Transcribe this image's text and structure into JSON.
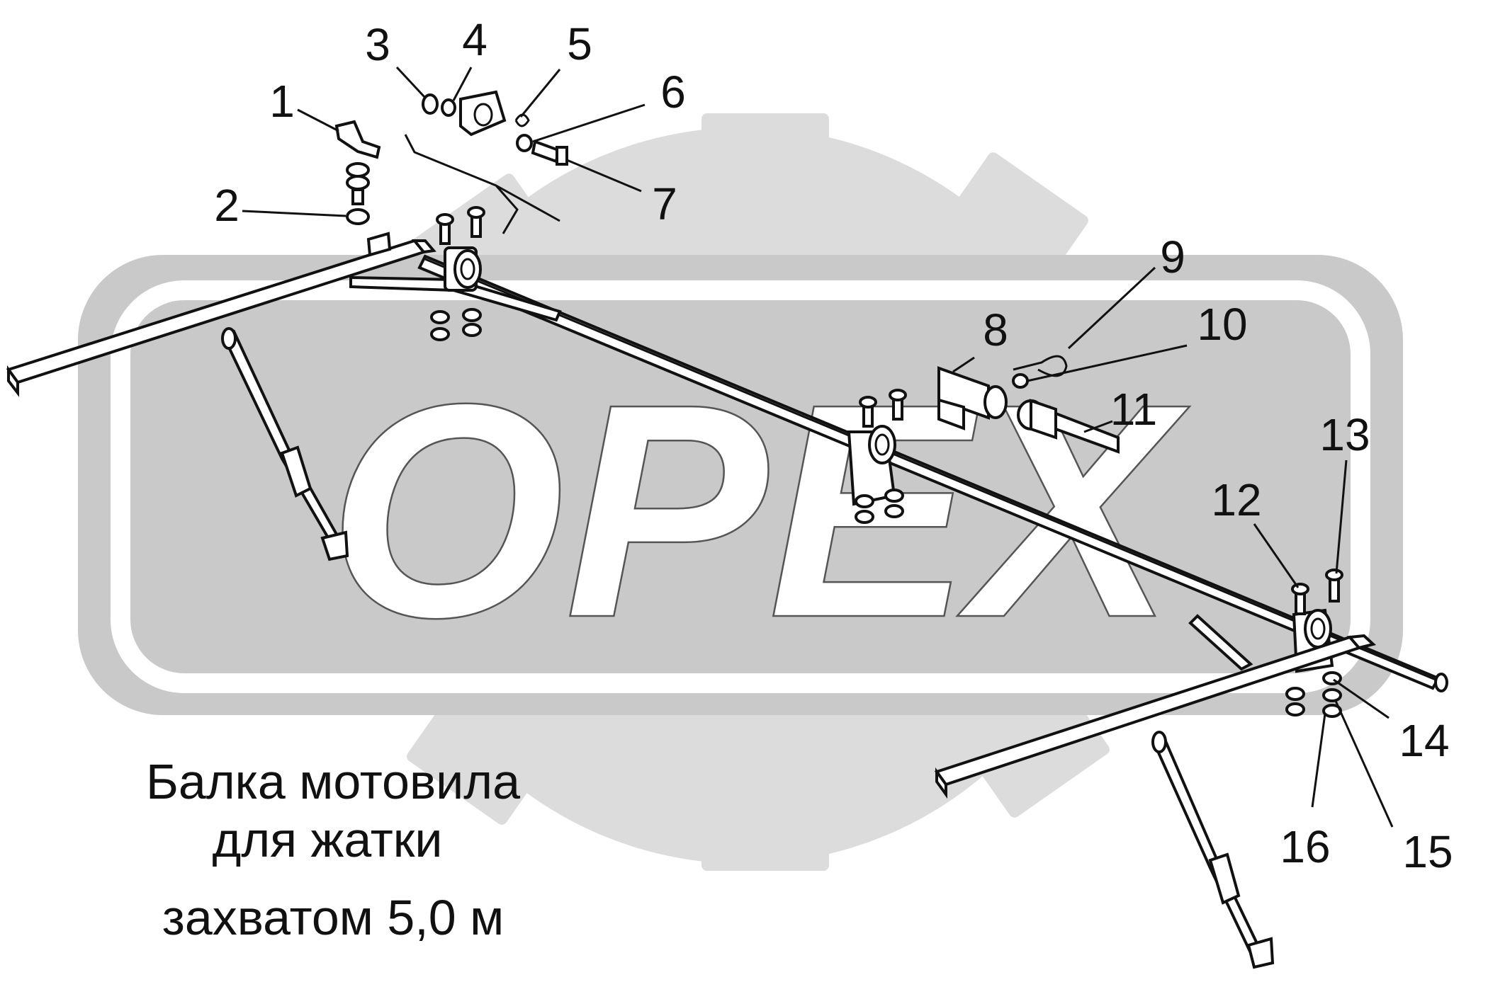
{
  "watermark": {
    "text": "OPEX",
    "colors": {
      "gear": "#d9d9d9",
      "band": "#c8c8c8",
      "letters": "#ffffff"
    }
  },
  "title": {
    "lines": [
      "Балка мотовила",
      "для жатки",
      "захватом 5,0 м"
    ]
  },
  "callouts": [
    "1",
    "2",
    "3",
    "4",
    "5",
    "6",
    "7",
    "8",
    "9",
    "10",
    "11",
    "12",
    "13",
    "14",
    "15",
    "16"
  ],
  "colors": {
    "ink": "#111111",
    "background": "#ffffff"
  }
}
